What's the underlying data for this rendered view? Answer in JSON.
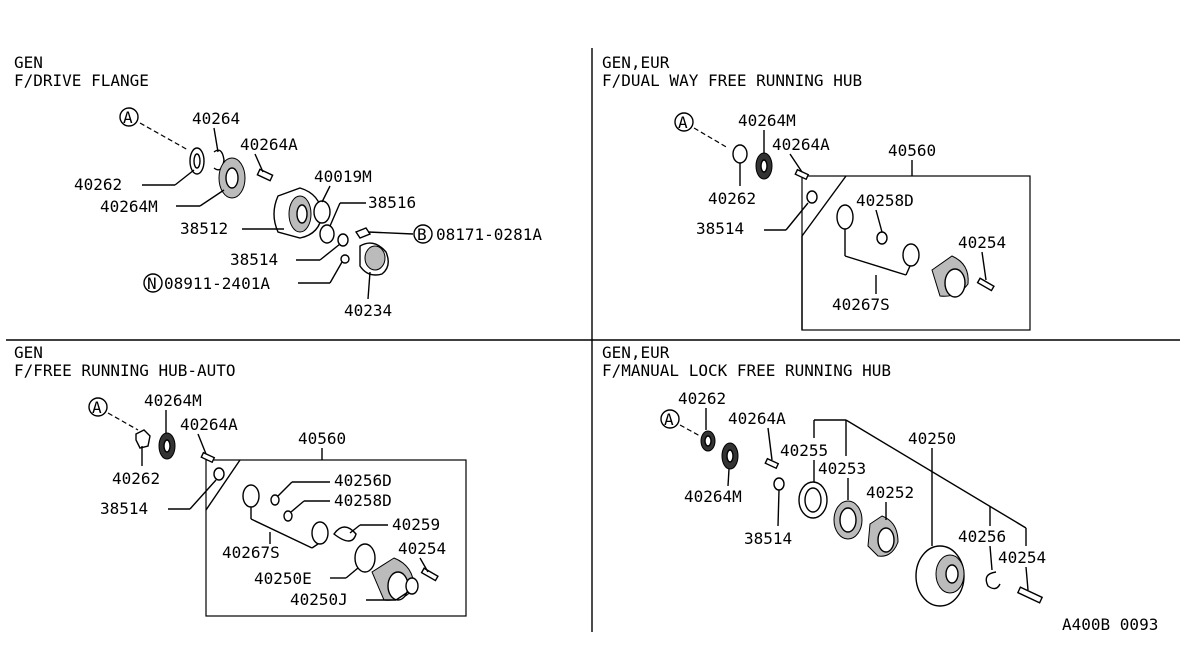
{
  "panels": [
    {
      "id": "tl",
      "line1": "GEN",
      "line2": "F/DRIVE FLANGE",
      "labels": [
        "40264",
        "40264A",
        "40262",
        "40019M",
        "40264M",
        "38516",
        "38512",
        "08171-0281A",
        "38514",
        "08911-2401A",
        "40234"
      ],
      "markers": [
        "A",
        "B",
        "N"
      ]
    },
    {
      "id": "tr",
      "line1": "GEN,EUR",
      "line2": "F/DUAL WAY FREE RUNNING HUB",
      "labels": [
        "40264M",
        "40264A",
        "40560",
        "40262",
        "40258D",
        "38514",
        "40254",
        "40267S"
      ],
      "markers": [
        "A"
      ]
    },
    {
      "id": "bl",
      "line1": "GEN",
      "line2": "F/FREE RUNNING HUB-AUTO",
      "labels": [
        "40264M",
        "40264A",
        "40560",
        "40262",
        "40256D",
        "38514",
        "40258D",
        "40259",
        "40267S",
        "40254",
        "40250E",
        "40250J"
      ],
      "markers": [
        "A"
      ]
    },
    {
      "id": "br",
      "line1": "GEN,EUR",
      "line2": "F/MANUAL LOCK FREE RUNNING HUB",
      "labels": [
        "40262",
        "40264A",
        "40255",
        "40250",
        "40253",
        "40252",
        "40264M",
        "38514",
        "40256",
        "40254"
      ],
      "markers": [
        "A"
      ]
    }
  ],
  "figure_code": "A400B 0093"
}
